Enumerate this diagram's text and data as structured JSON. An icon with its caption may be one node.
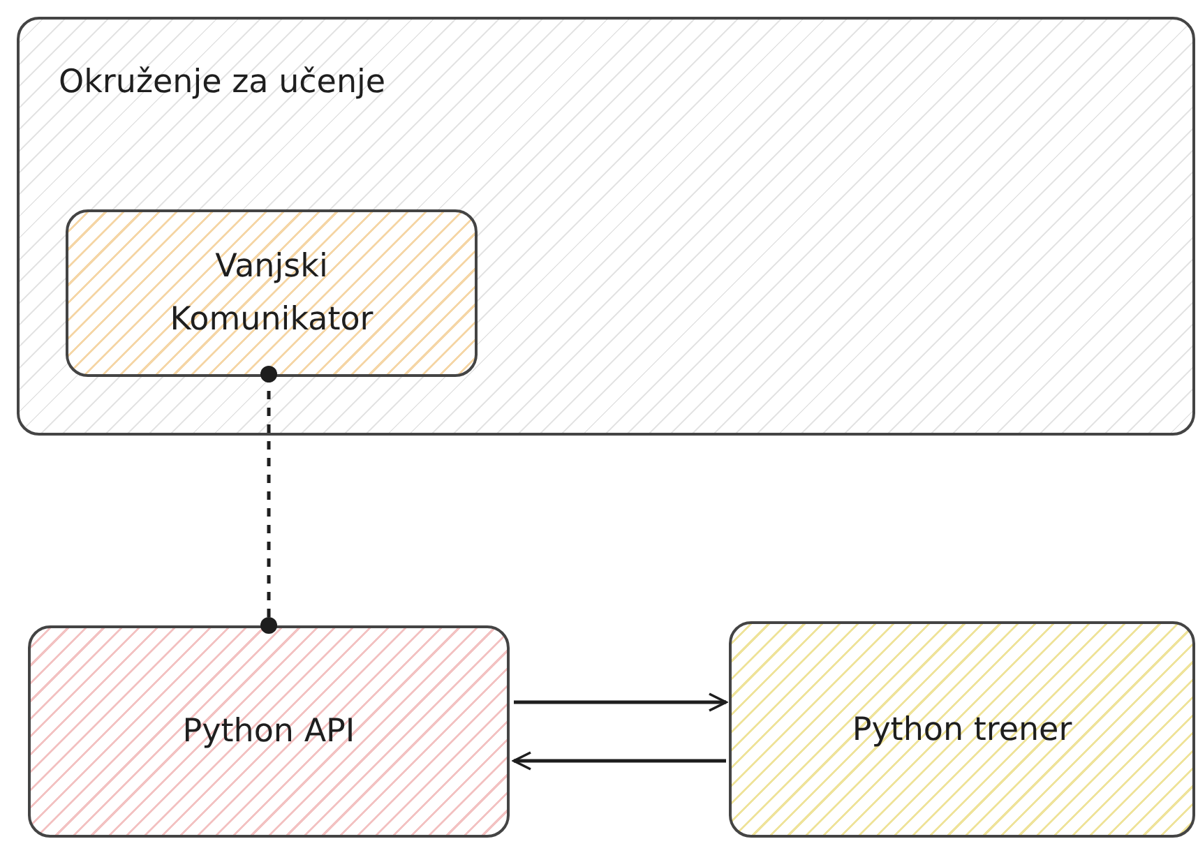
{
  "diagram": {
    "nodes": [
      {
        "text": [
          "Okruženje za učenje"
        ]
      },
      {
        "text": [
          "Vanjski Komunikator"
        ],
        "in": 0
      },
      {
        "text": [
          "Python API"
        ]
      },
      {
        "text": [
          "Python trener"
        ]
      }
    ],
    "edges": [
      {
        "from": 1,
        "to": 2,
        "arrow": "other",
        "style": "dashed"
      },
      {
        "from": 2,
        "to": 3,
        "arrow": "to"
      },
      {
        "from": 3,
        "to": 2,
        "arrow": "to"
      }
    ]
  }
}
